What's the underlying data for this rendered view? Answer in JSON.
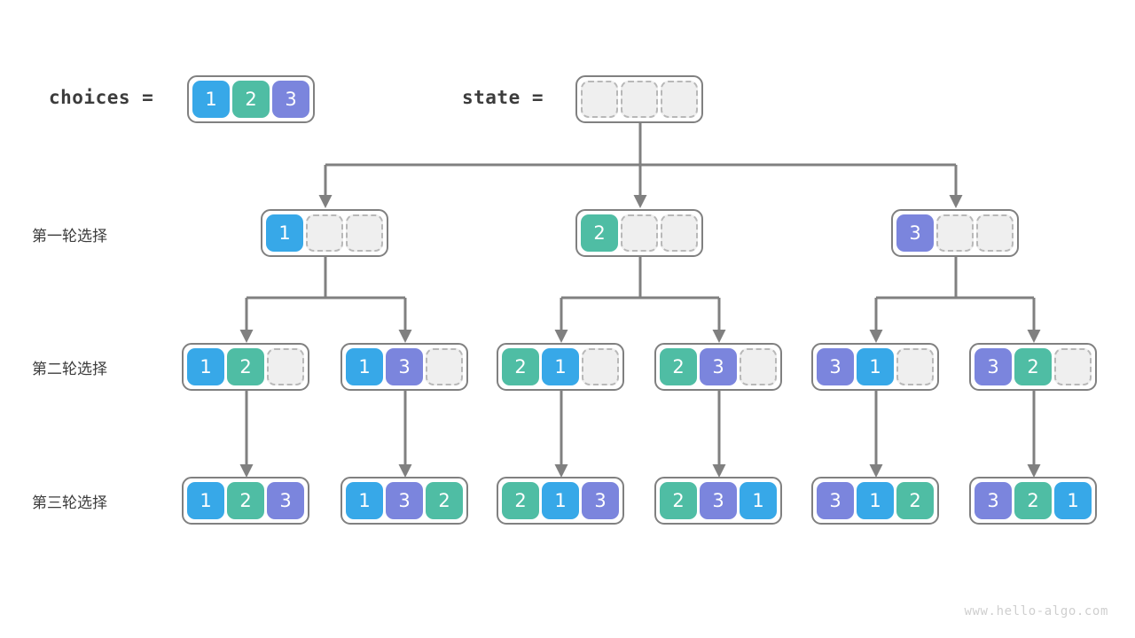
{
  "header": {
    "choices_label": "choices  =",
    "state_label": "state  =",
    "choices_values": [
      "1",
      "2",
      "3"
    ],
    "state_values": [
      "",
      "",
      ""
    ]
  },
  "row_labels": [
    "第一轮选择",
    "第二轮选择",
    "第三轮选择"
  ],
  "colors": {
    "value1": "#37a8e8",
    "value2": "#4fbda4",
    "value3": "#7b85dd",
    "empty_fill": "#efefef",
    "empty_border": "#b8b8b8",
    "container_border": "#808080",
    "edge": "#808080",
    "text": "#3c3c3c",
    "watermark": "#cfcfcf",
    "background": "#ffffff"
  },
  "tree": {
    "root": {
      "values": [
        "",
        "",
        ""
      ]
    },
    "level1": [
      {
        "values": [
          "1",
          "",
          ""
        ]
      },
      {
        "values": [
          "2",
          "",
          ""
        ]
      },
      {
        "values": [
          "3",
          "",
          ""
        ]
      }
    ],
    "level2": [
      {
        "values": [
          "1",
          "2",
          ""
        ]
      },
      {
        "values": [
          "1",
          "3",
          ""
        ]
      },
      {
        "values": [
          "2",
          "1",
          ""
        ]
      },
      {
        "values": [
          "2",
          "3",
          ""
        ]
      },
      {
        "values": [
          "3",
          "1",
          ""
        ]
      },
      {
        "values": [
          "3",
          "2",
          ""
        ]
      }
    ],
    "level3": [
      {
        "values": [
          "1",
          "2",
          "3"
        ]
      },
      {
        "values": [
          "1",
          "3",
          "2"
        ]
      },
      {
        "values": [
          "2",
          "1",
          "3"
        ]
      },
      {
        "values": [
          "2",
          "3",
          "1"
        ]
      },
      {
        "values": [
          "3",
          "1",
          "2"
        ]
      },
      {
        "values": [
          "3",
          "2",
          "1"
        ]
      }
    ]
  },
  "watermark": "www.hello-algo.com"
}
